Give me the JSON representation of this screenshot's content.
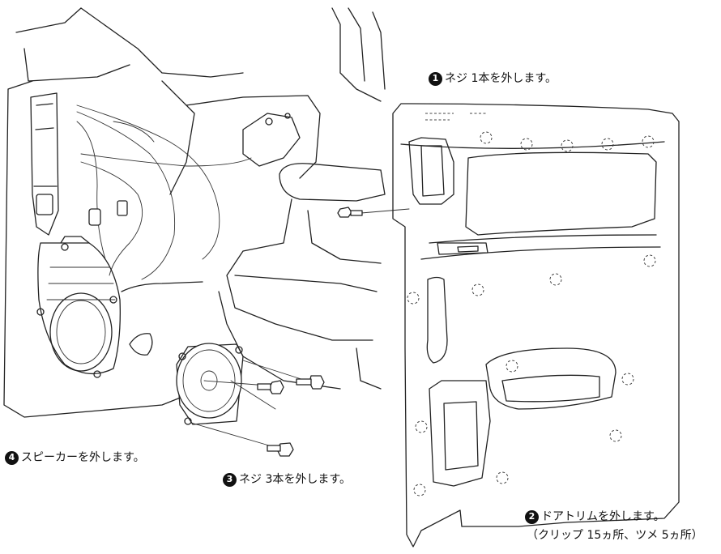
{
  "steps": [
    {
      "number": "1",
      "text": "ネジ 1本を外します。"
    },
    {
      "number": "2",
      "text": "ドアトリムを外します。",
      "note": "（クリップ 15ヵ所、ツメ 5ヵ所）"
    },
    {
      "number": "3",
      "text": "ネジ 3本を外します。"
    },
    {
      "number": "4",
      "text": "スピーカーを外します。"
    }
  ]
}
